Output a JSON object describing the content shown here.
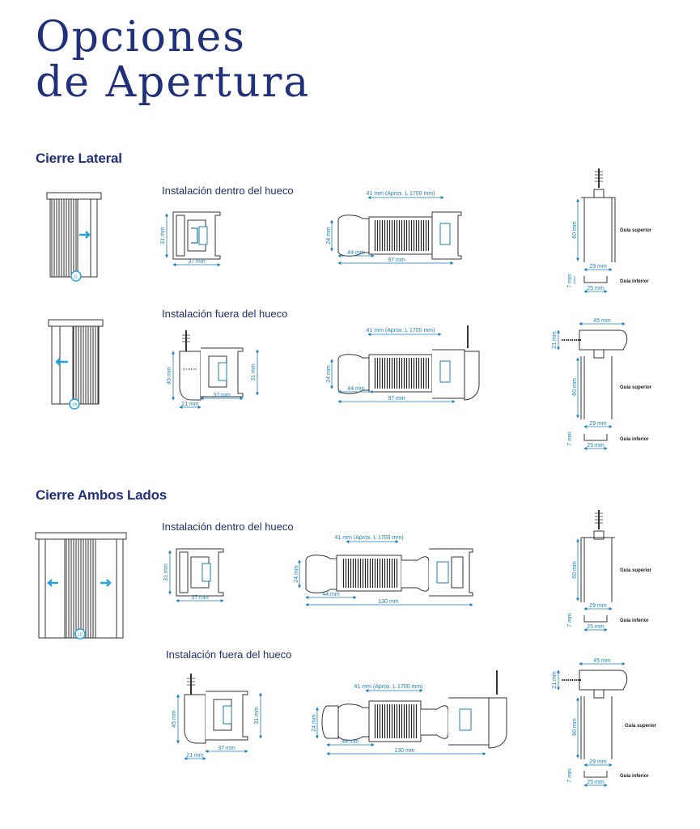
{
  "title": {
    "line1": "Opciones",
    "line2": "de Apertura"
  },
  "sections": [
    {
      "heading": "Cierre Lateral",
      "inside": "Instalación dentro del hueco",
      "outside": "Instalación fuera del hueco"
    },
    {
      "heading": "Cierre Ambos Lados",
      "inside": "Instalación dentro del hueco",
      "outside": "Instalación fuera del hueco"
    }
  ],
  "dims": {
    "w31": "31 mm",
    "w37": "37 mm",
    "w24": "24 mm",
    "w41": "41 mm (Aprox. L 1700 mm)",
    "w44": "44 mm",
    "w97": "97 mm",
    "w130": "130 mm",
    "w60": "60 mm",
    "w29": "29 mm",
    "w25": "25 mm",
    "w7": "7 mm",
    "w45": "45 mm",
    "w21": "21 mm"
  },
  "guides": {
    "top": "Guía superior",
    "bottom": "Guía inferior"
  },
  "badges": {
    "right": "1L",
    "left": "1R",
    "both": "1D"
  },
  "colors": {
    "navy": "#20307a",
    "dim_blue": "#1d7fb6",
    "accent": "#2aa3dc"
  }
}
